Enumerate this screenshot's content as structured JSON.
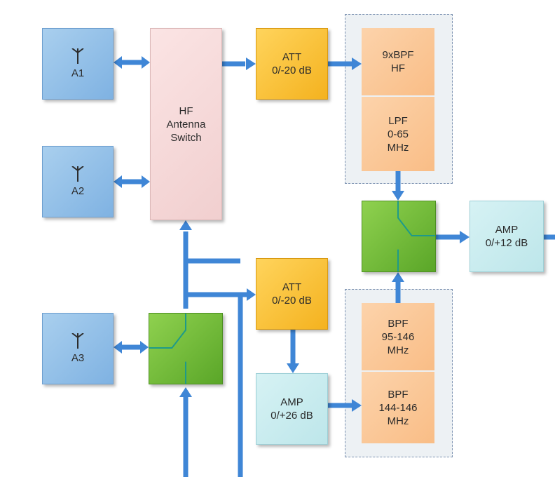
{
  "blocks": {
    "a1": "A1",
    "a2": "A2",
    "a3": "A3",
    "hf_switch": [
      "HF",
      "Antenna",
      "Switch"
    ],
    "att_top": [
      "ATT",
      "0/-20 dB"
    ],
    "att_mid": [
      "ATT",
      "0/-20 dB"
    ],
    "bpf_hf": [
      "9xBPF",
      "HF"
    ],
    "lpf": [
      "LPF",
      "0-65",
      "MHz"
    ],
    "amp_right": [
      "AMP",
      "0/+12 dB"
    ],
    "bpf_95": [
      "BPF",
      "95-146",
      "MHz"
    ],
    "bpf_144": [
      "BPF",
      "144-146",
      "MHz"
    ],
    "amp_bottom": [
      "AMP",
      "0/+26 dB"
    ]
  },
  "icons": {
    "antenna": "antenna-icon",
    "switch": "switch-icon"
  },
  "colors": {
    "arrow": "#3f86d6",
    "antenna_block": "#8dbde9",
    "hf_switch": "#f5d9d9",
    "attenuator": "#f6b82a",
    "filter": "#fbc592",
    "amplifier": "#c9ecef",
    "rf_switch": "#6cb934",
    "switch_line": "#1d9a8a"
  }
}
